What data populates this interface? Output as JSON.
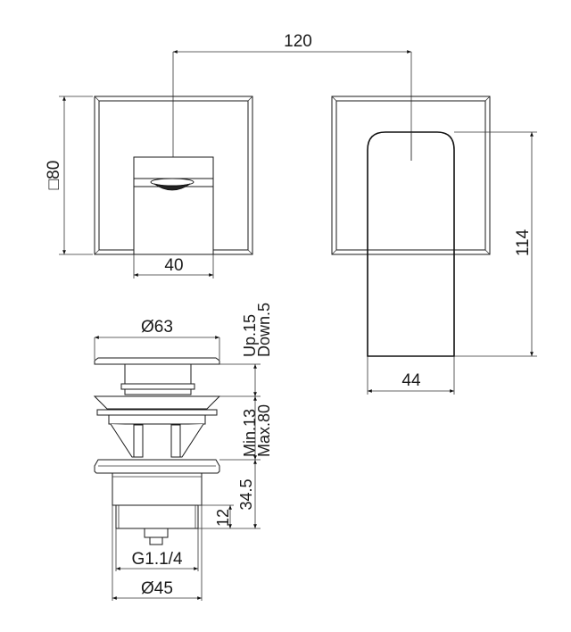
{
  "drawing": {
    "title": "Wall-mounted spout and pop-up waste technical drawing",
    "front_view": {
      "plate_size_label": "□80",
      "spout_width_label": "40"
    },
    "side_view": {
      "projection_label": "120",
      "spout_length_label": "114",
      "spout_depth_label": "44"
    },
    "waste_valve": {
      "cap_diameter_label": "Ø63",
      "travel_up_label": "Up.15",
      "travel_down_label": "Down.5",
      "range_min_label": "Min.13",
      "range_max_label": "Max.80",
      "body_height_label": "34.5",
      "thread_height_label": "12",
      "thread_label": "G1.1/4",
      "body_diameter_label": "Ø45"
    }
  }
}
